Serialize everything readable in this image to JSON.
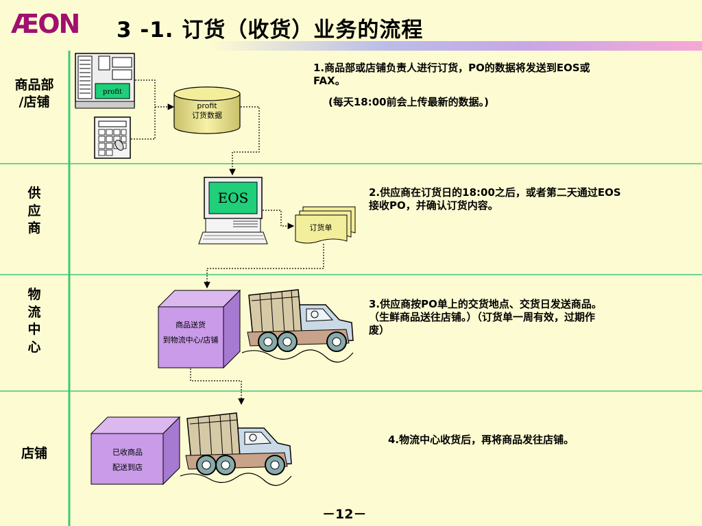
{
  "brand": {
    "logo_text": "ÆON",
    "color": "#a0106e"
  },
  "title": "3 -1. 订货（收货）业务的流程",
  "lanes": [
    {
      "id": "merch",
      "label": "商品部\n/店铺"
    },
    {
      "id": "supplier",
      "label": "供\n应\n商"
    },
    {
      "id": "logistics",
      "label": "物\n流\n中\n心"
    },
    {
      "id": "store",
      "label": "店铺"
    }
  ],
  "nodes": {
    "server_label": "profit",
    "db_line1": "profit",
    "db_line2": "订货数据",
    "eos_label": "EOS",
    "order_doc": "订货单",
    "box1_line1": "商品送货",
    "box1_line2": "到物流中心/店铺",
    "box2_line1": "已收商品",
    "box2_line2": "配送到店"
  },
  "notes": {
    "step1_line1": "1.商品部或店铺负责人进行订货，PO的数据将发送到EOS或",
    "step1_line2": "FAX。",
    "step1_line3": "(每天18:00前会上传最新的数据。)",
    "step2_line1": "2.供应商在订货日的18:00之后，或者第二天通过EOS",
    "step2_line2": "接收PO，并确认订货内容。",
    "step3_line1": "3.供应商按PO单上的交货地点、交货日发送商品。",
    "step3_line2": "（生鲜商品送往店铺。）（订货单一周有效，过期作",
    "step3_line3": "废）",
    "step4_line1": "4.物流中心收货后，再将商品发往店铺。"
  },
  "page_number": "－12－",
  "colors": {
    "background": "#fdfbd2",
    "lane_divider": "#3cc87a",
    "box_fill": "#c99be8",
    "monitor_screen": "#1fcf7a",
    "db_fill": "#f3ee9c"
  }
}
